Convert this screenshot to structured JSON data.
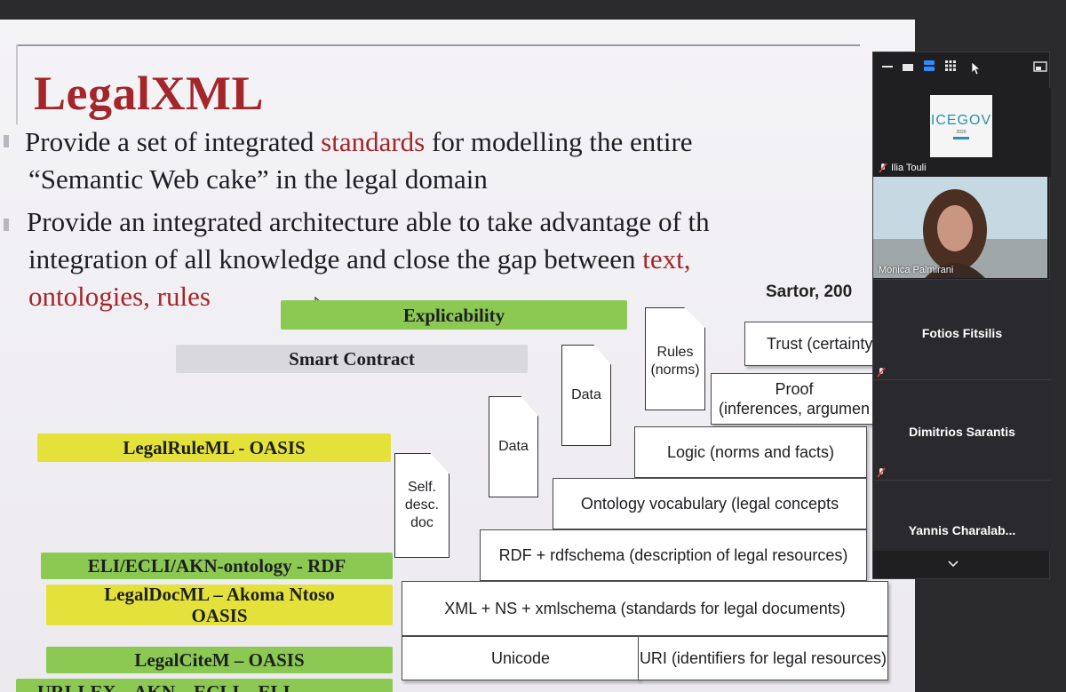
{
  "slide": {
    "title": "LegalXML",
    "bullet1_line1_a": "Provide a set of integrated ",
    "bullet1_line1_b": "standards",
    "bullet1_line1_c": " for modelling the entire",
    "bullet1_line2": "“Semantic Web cake” in the legal domain",
    "bullet2_line1": "Provide an integrated architecture able to take advantage of th",
    "bullet2_line2_a": "integration of all knowledge and close the gap between ",
    "bullet2_line2_b": "text,",
    "bullet2_line3": "ontologies, rules",
    "citation": "Sartor, 200",
    "bars": {
      "explicability": "Explicability",
      "smart_contract": "Smart Contract",
      "legalruleml": "LegalRuleML - OASIS",
      "eli_ontology": "ELI/ECLI/AKN-ontology - RDF",
      "legaldocml_line1": "LegalDocML – Akoma Ntoso",
      "legaldocml_line2": "OASIS",
      "legalcitem": "LegalCiteM – OASIS",
      "bottom_cut": "URI-LEX – AKN – ECLI – ELI"
    },
    "layers": {
      "trust": "Trust (certainty",
      "proof_line1": "Proof",
      "proof_line2": "(inferences, argumen",
      "logic": "Logic (norms and facts)",
      "ontology": "Ontology vocabulary (legal concepts",
      "rdf": "RDF + rdfschema (description of legal resources)",
      "xml": "XML + NS + xmlschema (standards for legal documents)",
      "unicode": "Unicode",
      "uri": "URI (identifiers for legal resources)"
    },
    "docs": {
      "rules_line1": "Rules",
      "rules_line2": "(norms)",
      "data_upper": "Data",
      "data_lower": "Data",
      "self_line1": "Self.",
      "self_line2": "desc.",
      "self_line3": "doc"
    }
  },
  "meeting": {
    "logo_text": "ICEGOV",
    "logo_year": "2020",
    "participant_logo_name": "Ilia Touli",
    "participant_video_name": "Monica Palmirani",
    "participant_3": "Fotios Fitsilis",
    "participant_4": "Dimitrios Sarantis",
    "participant_5": "Yannis  Charalab..."
  },
  "colors": {
    "title_red": "#a3262a",
    "bar_green": "#8bc952",
    "bar_yellow": "#e4e23a",
    "bar_grey": "#d9d8dc",
    "panel_bg": "#1f1f22",
    "active_blue": "#2d8cff",
    "mute_red": "#e0453a"
  }
}
